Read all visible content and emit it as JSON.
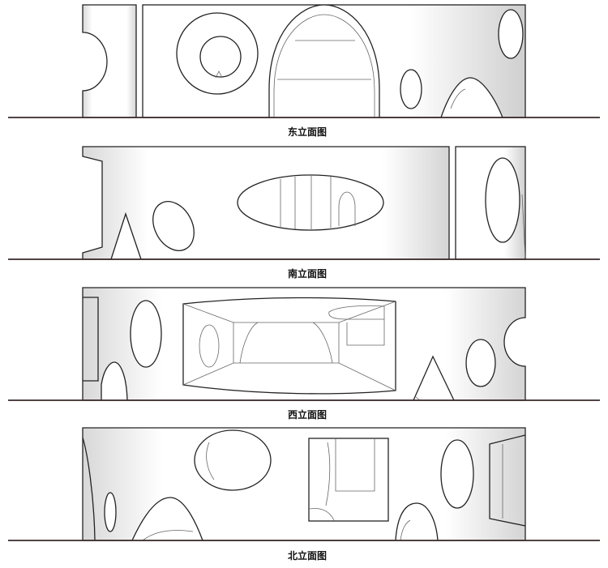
{
  "drawings": [
    {
      "caption": "东立面图"
    },
    {
      "caption": "南立面图"
    },
    {
      "caption": "西立面图"
    },
    {
      "caption": "北立面图"
    }
  ]
}
